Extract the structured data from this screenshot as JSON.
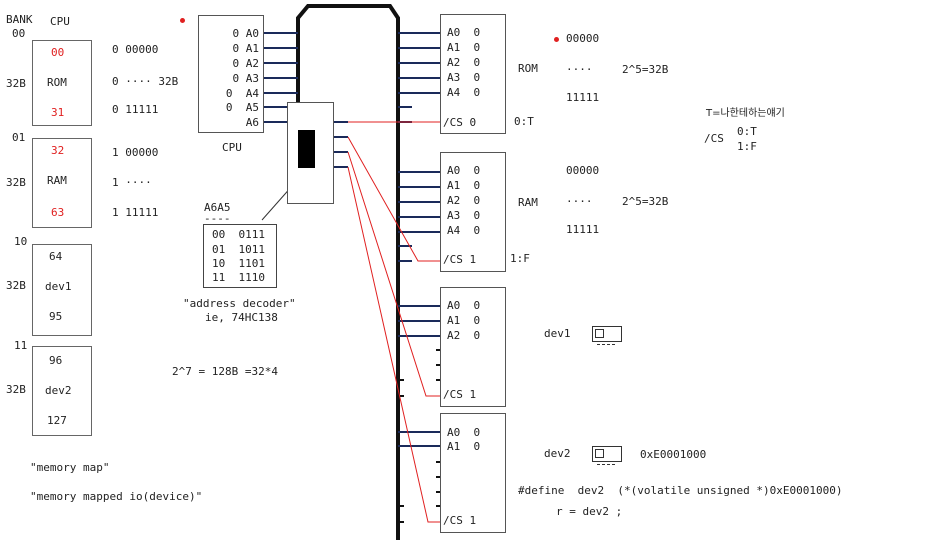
{
  "header": {
    "bank": "BANK",
    "cpu": "CPU"
  },
  "bank_labels": [
    "00",
    "01",
    "10",
    "11"
  ],
  "size_label": "32B",
  "memory_map": [
    {
      "top": "00",
      "name": "ROM",
      "bottom": "31",
      "addr_top": "0 00000",
      "addr_mid": "0 ···· 32B",
      "addr_bottom": "0 11111"
    },
    {
      "top": "32",
      "name": "RAM",
      "bottom": "63",
      "addr_top": "1 00000",
      "addr_mid": "1 ····",
      "addr_bottom": "1 11111"
    },
    {
      "top": "64",
      "name": "dev1",
      "bottom": "95"
    },
    {
      "top": "96",
      "name": "dev2",
      "bottom": "127"
    }
  ],
  "cpu": {
    "pins": [
      "0 A0",
      "0 A1",
      "0 A2",
      "0 A3",
      "0  A4",
      "0  A5",
      "A6"
    ],
    "label": "CPU"
  },
  "decoder": {
    "title": "A6A5",
    "rule": "----",
    "rows": [
      "00  0111",
      "01  1011",
      "10  1101",
      "11  1110"
    ],
    "caption1": "\"address decoder\"",
    "caption2": "ie, 74HC138"
  },
  "formula": "2^7 = 128B =32*4",
  "notes": {
    "memory_map": "\"memory map\"",
    "mmio": "\"memory mapped io(device)\""
  },
  "chips": [
    {
      "pins": [
        "A0  0",
        "A1  0",
        "A2  0",
        "A3  0",
        "A4  0"
      ],
      "cs": "/CS 0",
      "cs_value": "0:T"
    },
    {
      "pins": [
        "A0  0",
        "A1  0",
        "A2  0",
        "A3  0",
        "A4  0"
      ],
      "cs": "/CS 1",
      "cs_value": "1:F"
    },
    {
      "pins": [
        "A0  0",
        "A1  0",
        "A2  0"
      ],
      "cs": "/CS 1"
    },
    {
      "pins": [
        "A0  0",
        "A1  0"
      ],
      "cs": "/CS 1"
    }
  ],
  "rom_info": {
    "name": "ROM",
    "start": "00000",
    "dots": "····",
    "end": "11111",
    "size": "2^5=32B"
  },
  "ram_info": {
    "name": "RAM",
    "start": "00000",
    "dots": "····",
    "end": "11111",
    "size": "2^5=32B"
  },
  "cs_note": {
    "t_def": "T=나한테하는얘기",
    "cs": "/CS",
    "t": "0:T",
    "f": "1:F"
  },
  "dev1": {
    "label": "dev1"
  },
  "dev2": {
    "label": "dev2",
    "addr": "0xE0001000",
    "define": "#define  dev2  (*(volatile unsigned *)0xE0001000)",
    "assign": "r = dev2 ;"
  },
  "colors": {
    "accent": "#e02020",
    "bus": "#1a2a5a",
    "line": "#111111"
  }
}
